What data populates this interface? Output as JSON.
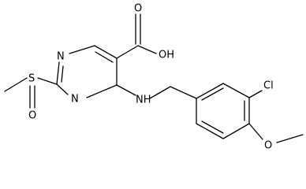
{
  "molecule": {
    "atoms": {
      "oh": "OH",
      "o_carbonyl": "O",
      "n_top": "N",
      "n_bottom": "N",
      "s": "S",
      "o_sulfinyl": "O",
      "nh": "NH",
      "cl": "Cl",
      "o_methoxy": "O"
    }
  }
}
